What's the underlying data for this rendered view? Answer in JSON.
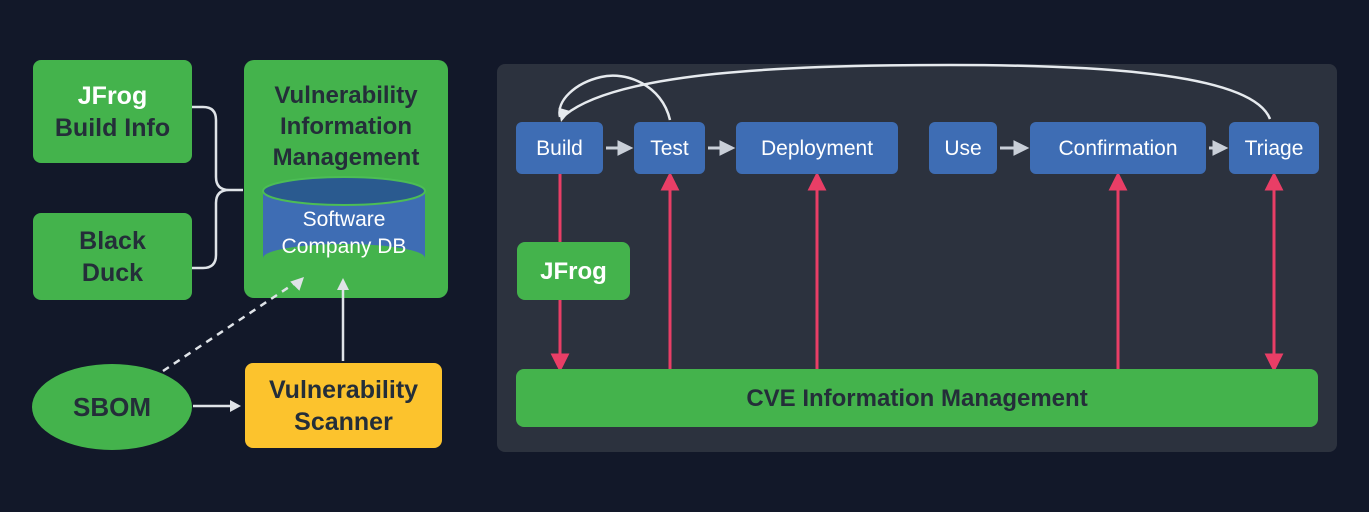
{
  "colors": {
    "background": "#121829",
    "panel_background": "#2c323e",
    "green": "#44b34c",
    "yellow": "#fcc32d",
    "blue": "#3e6db4",
    "cylinder_top_blue": "#2a5a8f",
    "pink_arrow": "#e93e66",
    "gray_connector": "#dfe3e8",
    "dark_text": "#242e39",
    "white_text": "#ffffff"
  },
  "left_diagram": {
    "jfrog_build_info": {
      "line1": "JFrog",
      "line2": "Build Info"
    },
    "black_duck": {
      "line1": "Black",
      "line2": "Duck"
    },
    "vim": {
      "title": "Vulnerability Information Management"
    },
    "software_company_db": {
      "line1": "Software",
      "line2": "Company DB"
    },
    "sbom": {
      "label": "SBOM"
    },
    "vulnerability_scanner": {
      "line1": "Vulnerability",
      "line2": "Scanner"
    }
  },
  "right_panel": {
    "stages": [
      {
        "label": "Build"
      },
      {
        "label": "Test"
      },
      {
        "label": "Deployment"
      },
      {
        "label": "Use"
      },
      {
        "label": "Confirmation"
      },
      {
        "label": "Triage"
      }
    ],
    "jfrog": {
      "label": "JFrog"
    },
    "cve_bar": {
      "label": "CVE Information Management"
    }
  },
  "edges": [
    {
      "from": "jfrog-build-info",
      "to": "vulnerability-information-management",
      "style": "gray-brace"
    },
    {
      "from": "black-duck",
      "to": "vulnerability-information-management",
      "style": "gray-brace"
    },
    {
      "from": "sbom",
      "to": "software-company-db",
      "style": "dashed-gray-arrow"
    },
    {
      "from": "sbom",
      "to": "vulnerability-scanner",
      "style": "gray-arrow"
    },
    {
      "from": "vulnerability-scanner",
      "to": "software-company-db",
      "style": "gray-arrow"
    },
    {
      "from": "build",
      "to": "test",
      "style": "gray-arrow"
    },
    {
      "from": "test",
      "to": "deployment",
      "style": "gray-arrow"
    },
    {
      "from": "use",
      "to": "confirmation",
      "style": "gray-arrow"
    },
    {
      "from": "confirmation",
      "to": "triage",
      "style": "gray-arrow"
    },
    {
      "from": "test",
      "to": "build",
      "style": "curved-gray-arrow"
    },
    {
      "from": "triage",
      "to": "build",
      "style": "curved-gray-arrow"
    },
    {
      "from": "build",
      "to": "cve-information-management",
      "style": "pink-arrow-down"
    },
    {
      "from": "cve-information-management",
      "to": "test",
      "style": "pink-arrow-up"
    },
    {
      "from": "cve-information-management",
      "to": "deployment",
      "style": "pink-arrow-up"
    },
    {
      "from": "cve-information-management",
      "to": "confirmation",
      "style": "pink-arrow-up"
    },
    {
      "from": "cve-information-management",
      "to": "triage",
      "style": "pink-arrow-both"
    }
  ]
}
